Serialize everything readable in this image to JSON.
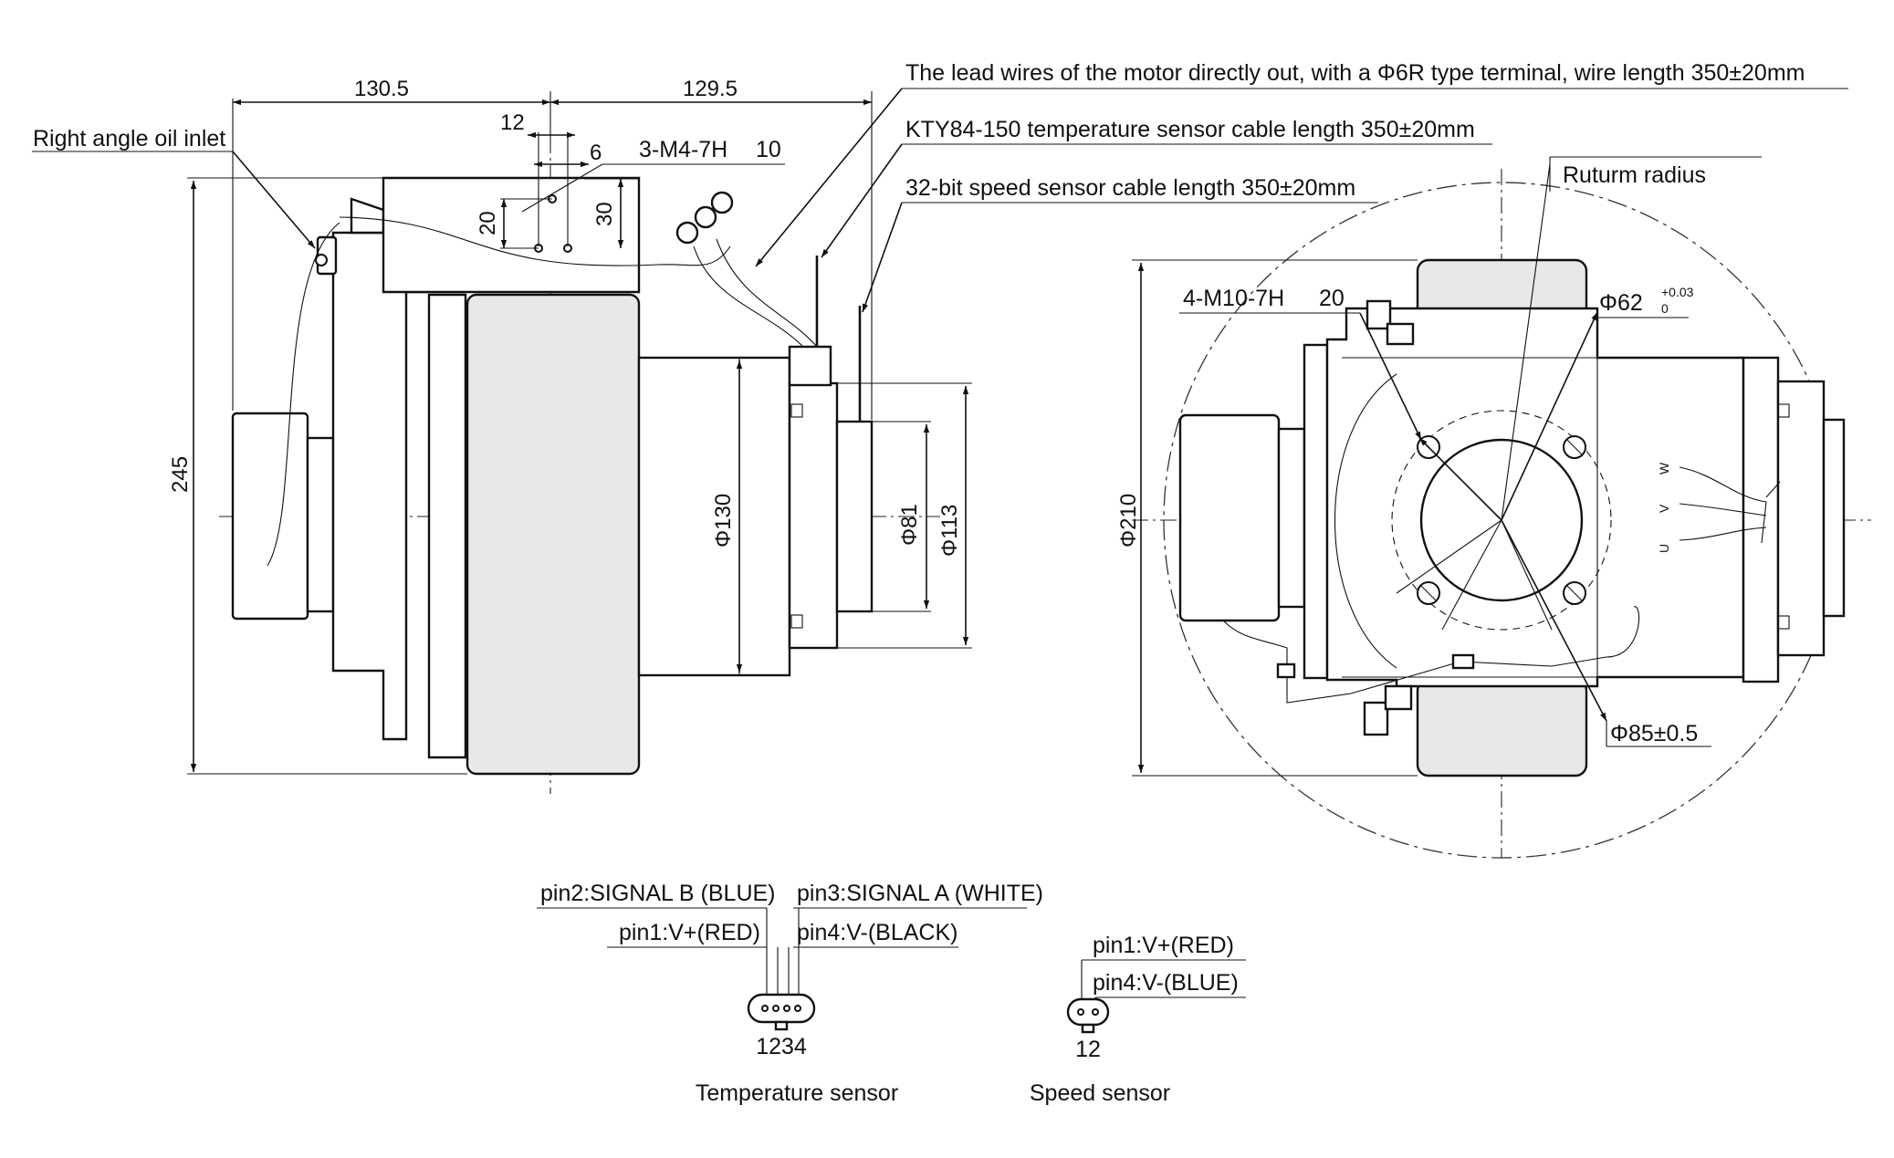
{
  "callouts": {
    "oil_inlet": "Right angle oil inlet",
    "lead_wires": "The lead wires of the motor directly out, with a Φ6R type terminal, wire length 350±20mm",
    "temp_cable": "KTY84-150 temperature sensor cable length 350±20mm",
    "speed_cable": "32-bit speed sensor cable length 350±20mm",
    "turn_radius": "Ruturm radius",
    "m10_thread": "4-M10-7H",
    "m10_depth": "20",
    "phi62_base": "Φ62",
    "phi62_upper": "+0.03",
    "phi62_lower": "0",
    "phi85": "Φ85±0.5"
  },
  "side_view": {
    "dim_left": "130.5",
    "dim_right": "129.5",
    "dim_12": "12",
    "dim_6": "6",
    "thread_m4": "3-M4-7H",
    "thread_m4_depth": "10",
    "dim_20": "20",
    "dim_30": "30",
    "height": "245",
    "phi130": "Φ130",
    "phi81": "Φ81",
    "phi113": "Φ113"
  },
  "front_view": {
    "phi210": "Φ210",
    "phase_w": "W",
    "phase_v": "V",
    "phase_u": "U"
  },
  "temp_connector": {
    "pin2": "pin2:SIGNAL B (BLUE)",
    "pin3": "pin3:SIGNAL A (WHITE)",
    "pin1": "pin1:V+(RED)",
    "pin4": "pin4:V-(BLACK)",
    "numbers": "1234",
    "caption": "Temperature sensor"
  },
  "speed_connector": {
    "pin1": "pin1:V+(RED)",
    "pin4": "pin4:V-(BLUE)",
    "numbers": "12",
    "caption": "Speed sensor"
  }
}
